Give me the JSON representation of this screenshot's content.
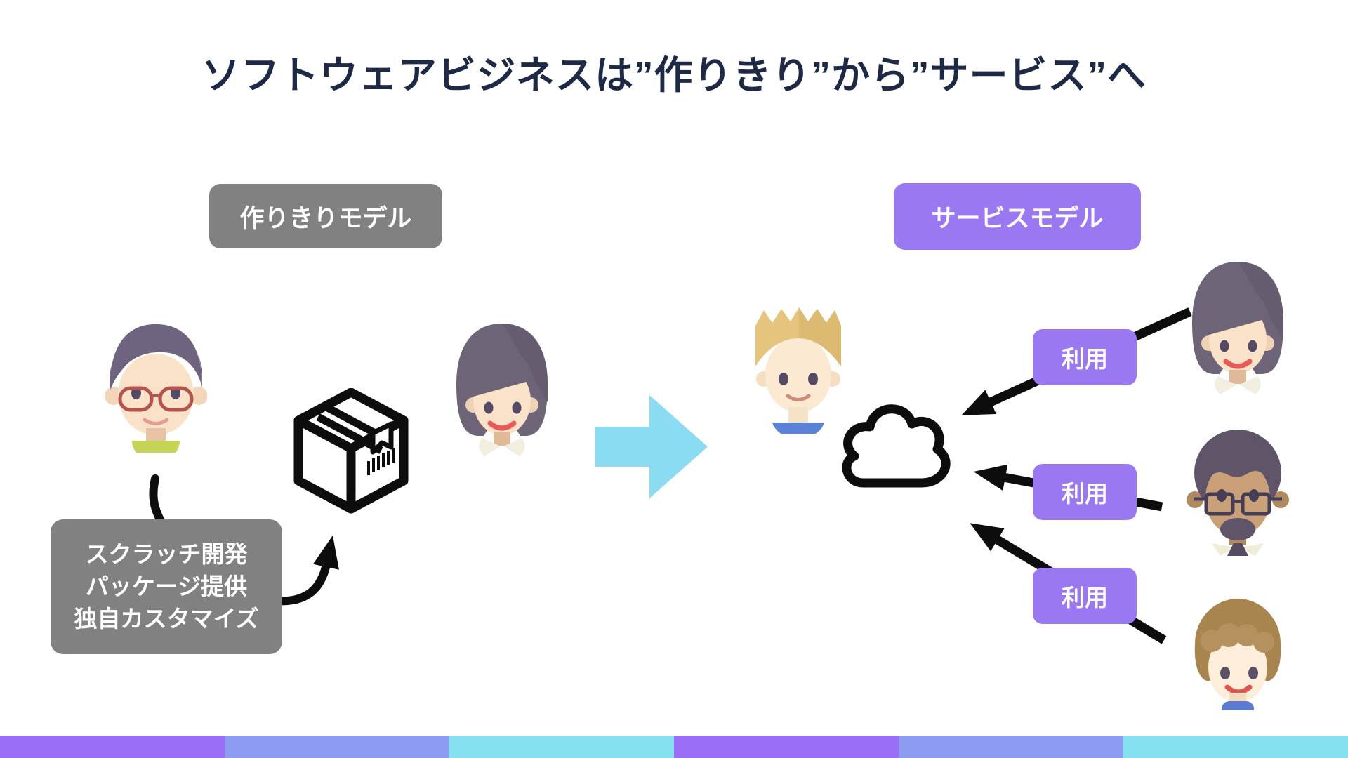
{
  "title": "ソフトウェアビジネスは”作りきり”から”サービス”へ",
  "legacy": {
    "badge_label": "作りきりモデル",
    "note_lines": [
      "スクラッチ開発",
      "パッケージ提供",
      "独自カスタマイズ"
    ]
  },
  "service": {
    "badge_label": "サービスモデル",
    "usage_labels": [
      "利用",
      "利用",
      "利用"
    ]
  },
  "icons": {
    "package": "package-icon",
    "cloud": "cloud-icon",
    "transition_arrow": "arrow-right-icon",
    "usage_arrows": "arrow-left-icon"
  },
  "colors": {
    "title_text": "#1e2945",
    "gray_badge": "#818181",
    "purple_badge": "#9a78f2",
    "cyan_arrow": "#8bdcf2",
    "black_line": "#0d0d0d",
    "stripe_purple": "#9b6ff5",
    "stripe_periwinkle": "#8d9cf2",
    "stripe_cyan": "#85e0f2"
  }
}
